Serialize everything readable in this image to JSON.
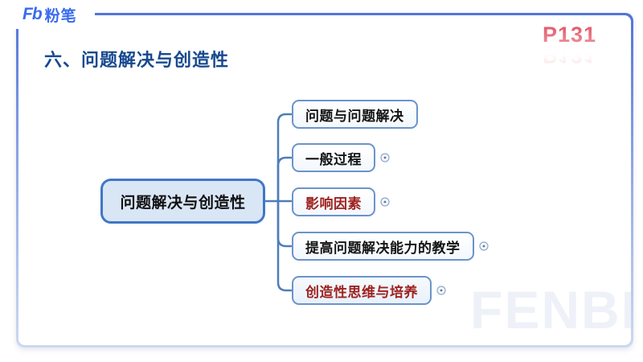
{
  "header": {
    "logo_fb": "Fb",
    "logo_text": "粉笔",
    "page_number": "P131"
  },
  "title": "六、问题解决与创造性",
  "mindmap": {
    "root": {
      "label": "问题解决与创造性"
    },
    "children": [
      {
        "label": "问题与问题解决",
        "text_color": "#141414",
        "expandable": false
      },
      {
        "label": "一般过程",
        "text_color": "#141414",
        "expandable": true
      },
      {
        "label": "影响因素",
        "text_color": "#9e221f",
        "expandable": true
      },
      {
        "label": "提高问题解决能力的教学",
        "text_color": "#141414",
        "expandable": true
      },
      {
        "label": "创造性思维与培养",
        "text_color": "#9e221f",
        "expandable": true
      }
    ]
  },
  "watermark": "FENBI",
  "colors": {
    "frame_gradient_top": "#5273d8",
    "frame_gradient_bottom": "#cdd9ef",
    "title_blue": "#17498f",
    "logo_blue": "#3a6bf0",
    "page_number_pink": "#e25c68",
    "central_node_fill": "#d9e6f6",
    "central_node_border": "#4077c6",
    "child_node_border": "#6b93cc",
    "red_text": "#9e221f",
    "connector": "#4e7db9",
    "watermark_gray": "#e9edf6"
  }
}
